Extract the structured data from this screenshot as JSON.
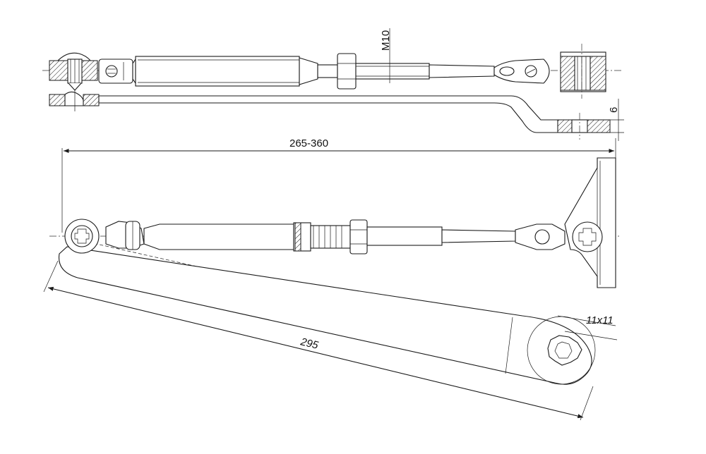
{
  "dimensions": {
    "thread": "M10",
    "thickness": "6",
    "length_range": "265-360",
    "arm_length": "295",
    "square_drive": "11x11"
  }
}
